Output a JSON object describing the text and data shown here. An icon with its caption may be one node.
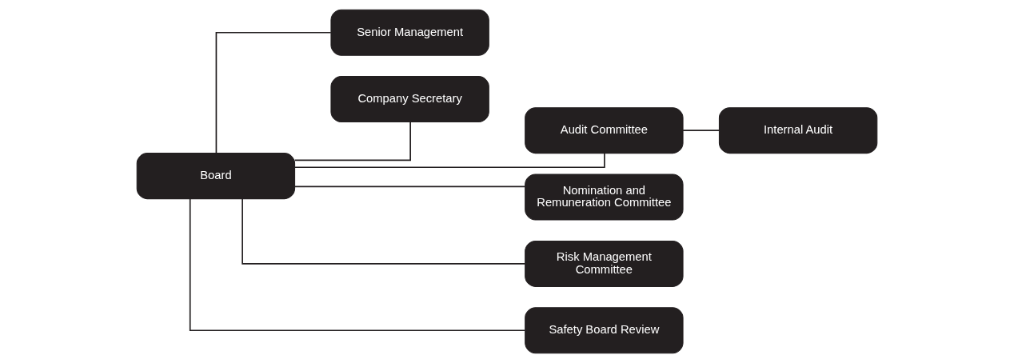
{
  "diagram": {
    "nodes": [
      {
        "text": [
          "Board"
        ]
      },
      {
        "text": [
          "Senior Management"
        ]
      },
      {
        "text": [
          "Company Secretary"
        ]
      },
      {
        "text": [
          "Audit Committee"
        ]
      },
      {
        "text": [
          "Nomination and Remuneration Committee"
        ]
      },
      {
        "text": [
          "Risk Management Committee"
        ]
      },
      {
        "text": [
          "Safety Board Review"
        ]
      },
      {
        "text": [
          "Internal Audit"
        ]
      }
    ],
    "edges": [
      {
        "from": 0,
        "to": 1,
        "arrow": "none"
      },
      {
        "from": 0,
        "to": 2,
        "arrow": "none"
      },
      {
        "from": 0,
        "to": 3,
        "arrow": "none"
      },
      {
        "from": 0,
        "to": 4,
        "arrow": "none"
      },
      {
        "from": 0,
        "to": 5,
        "arrow": "none"
      },
      {
        "from": 0,
        "to": 6,
        "arrow": "none"
      },
      {
        "from": 3,
        "to": 7,
        "arrow": "none"
      }
    ]
  }
}
